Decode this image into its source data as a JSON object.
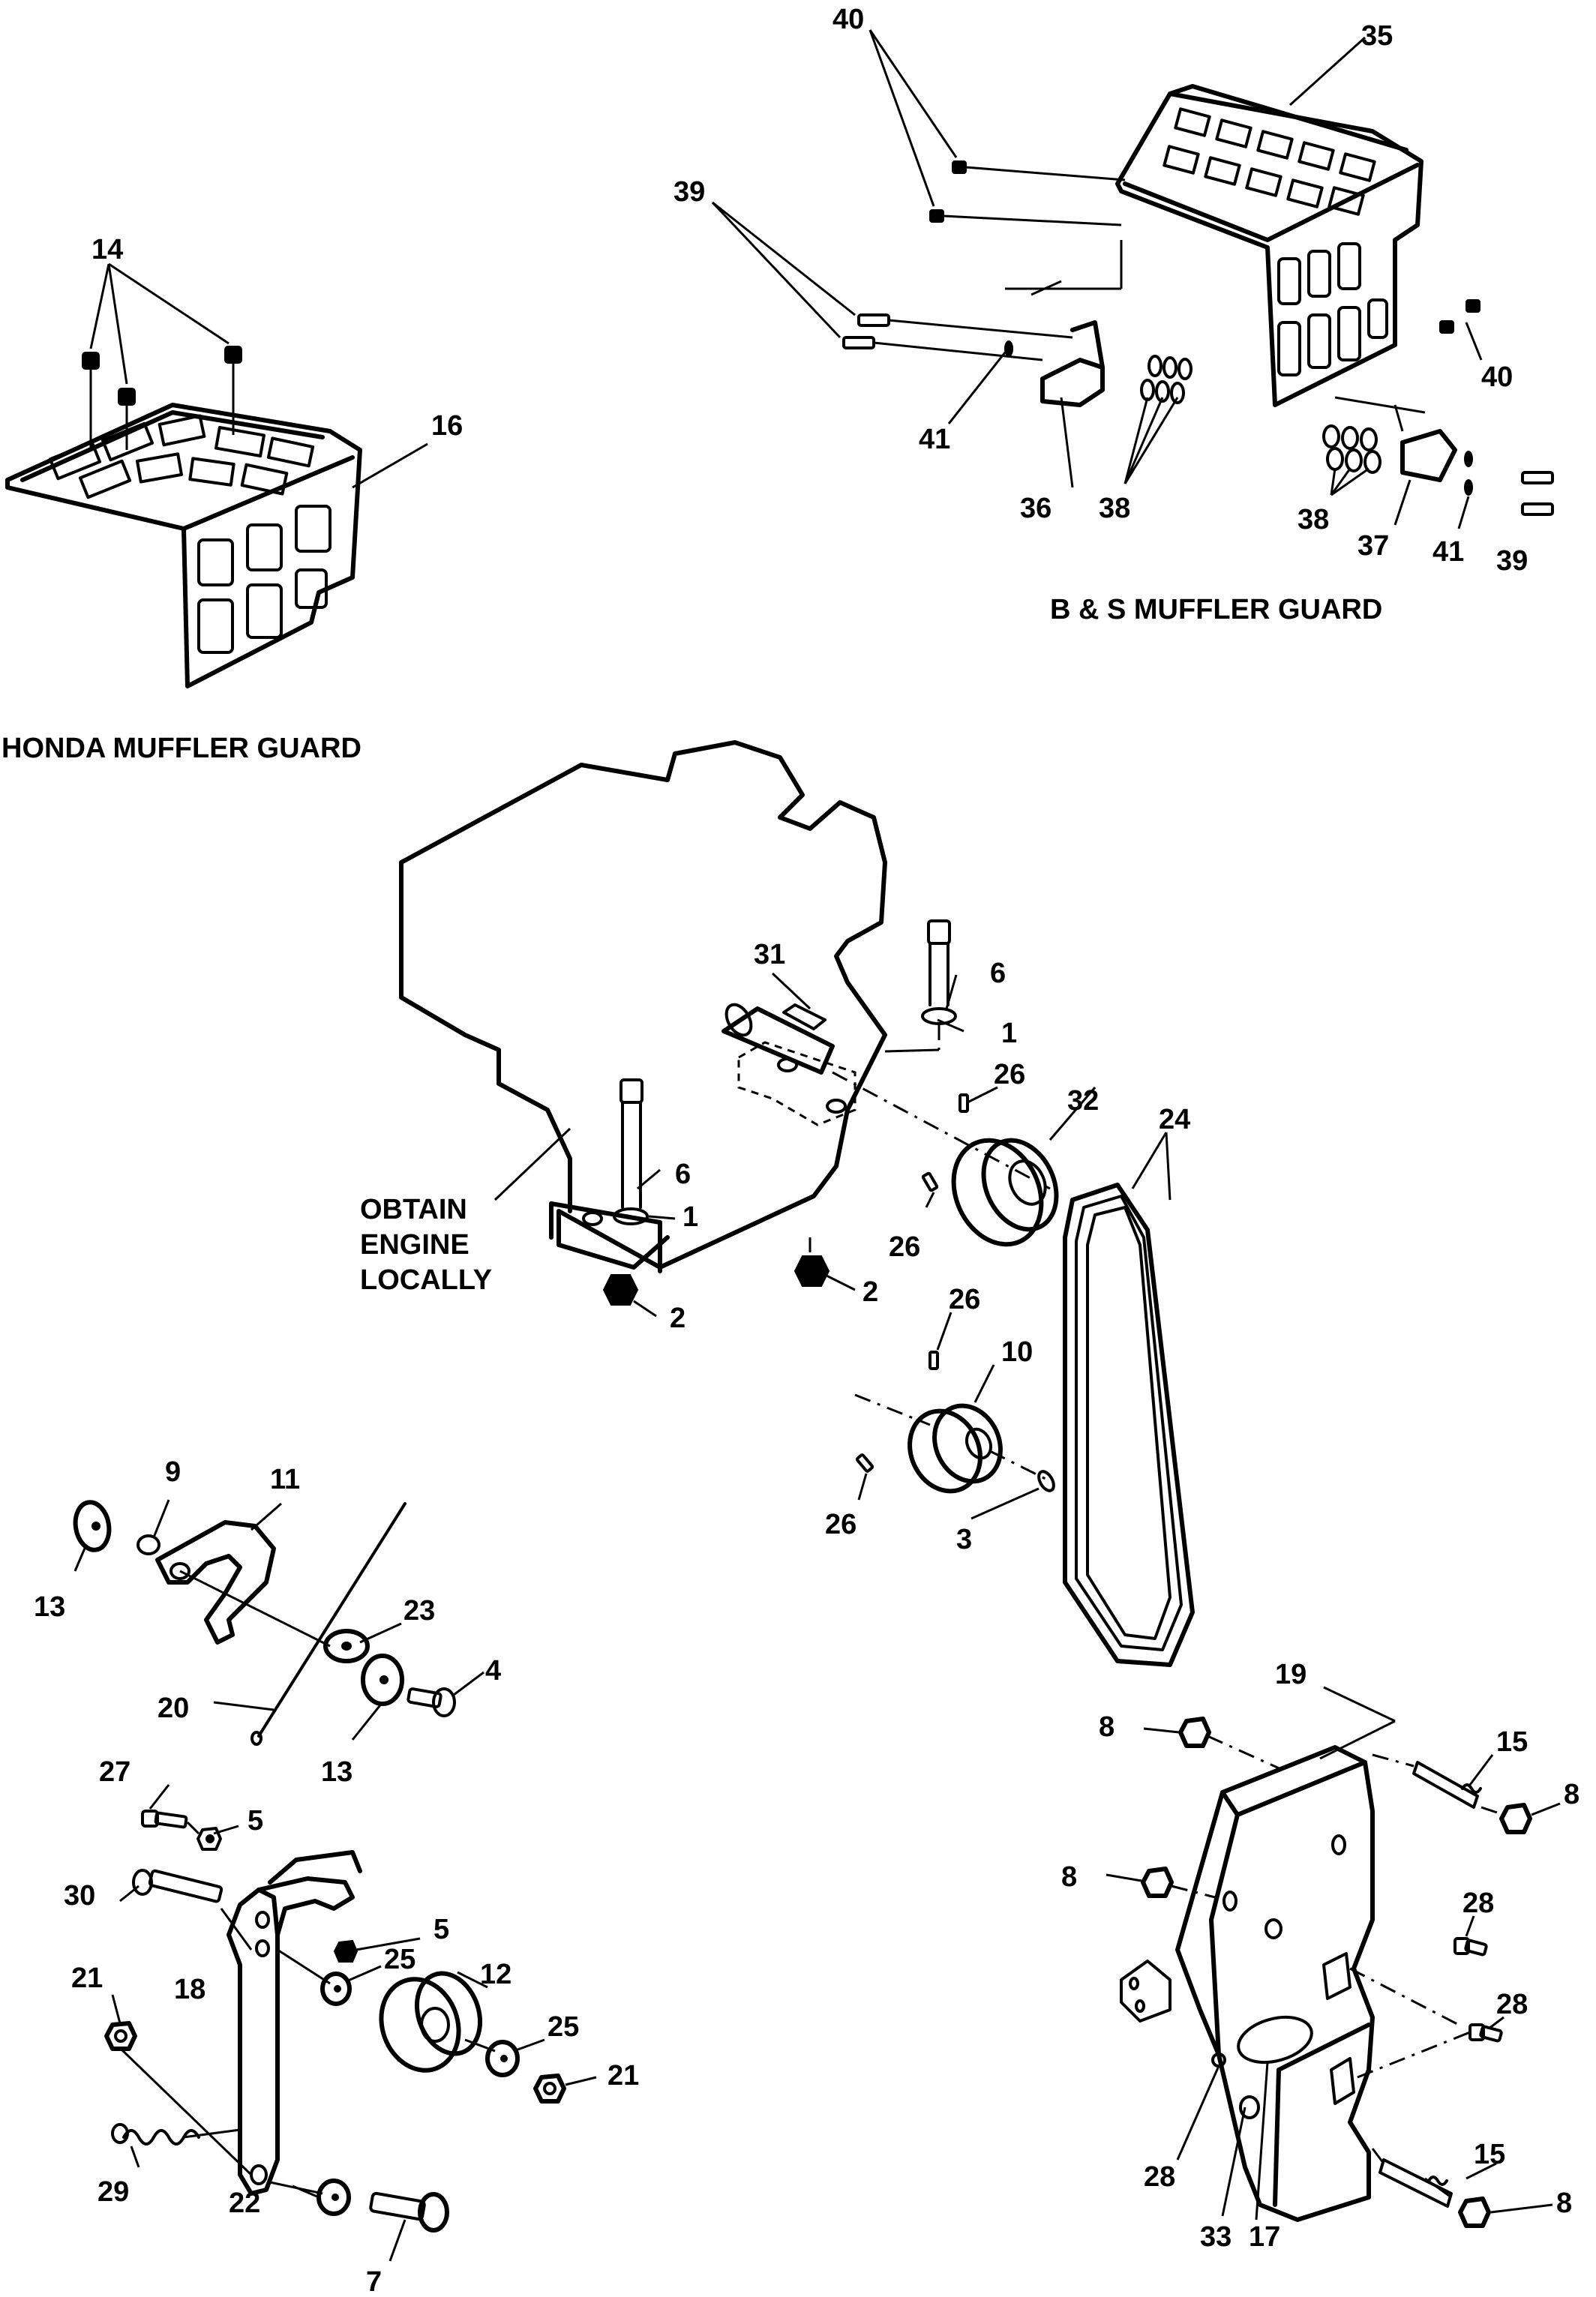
{
  "titles": {
    "honda_guard": "HONDA MUFFLER GUARD",
    "bs_guard": "B & S MUFFLER GUARD",
    "engine_line1": "OBTAIN",
    "engine_line2": "ENGINE",
    "engine_line3": "LOCALLY"
  },
  "callouts": {
    "n1": "1",
    "n2": "2",
    "n3": "3",
    "n4": "4",
    "n5": "5",
    "n6": "6",
    "n7": "7",
    "n8": "8",
    "n9": "9",
    "n10": "10",
    "n11": "11",
    "n12": "12",
    "n13": "13",
    "n14": "14",
    "n15": "15",
    "n16": "16",
    "n17": "17",
    "n18": "18",
    "n19": "19",
    "n20": "20",
    "n21": "21",
    "n22": "22",
    "n23": "23",
    "n24": "24",
    "n25": "25",
    "n26": "26",
    "n27": "27",
    "n28": "28",
    "n29": "29",
    "n30": "30",
    "n31": "31",
    "n32": "32",
    "n33": "33",
    "n35": "35",
    "n36": "36",
    "n37": "37",
    "n38": "38",
    "n39": "39",
    "n40": "40",
    "n41": "41"
  }
}
